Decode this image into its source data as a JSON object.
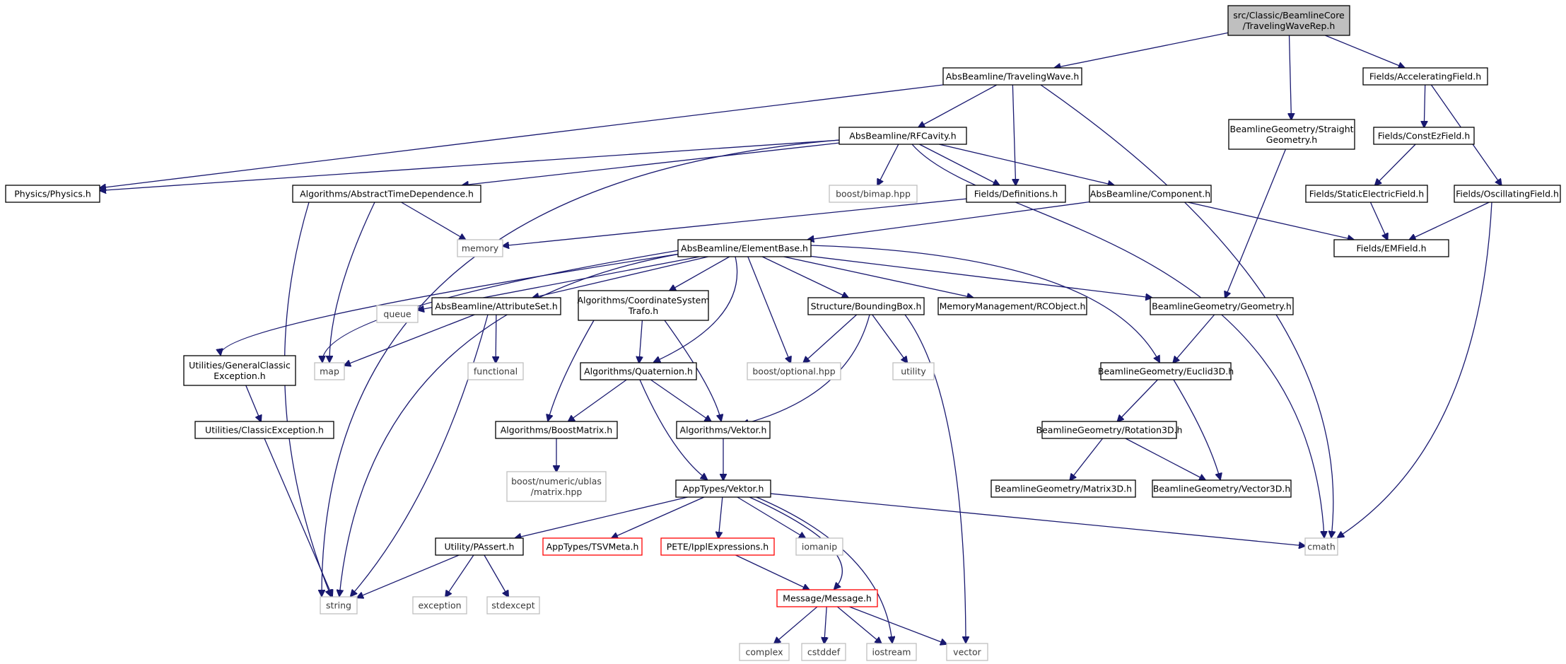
{
  "colors": {
    "edge": "#191970",
    "root_fill": "#bfbfbf",
    "missing_border": "#bfbfbf",
    "truncated_border": "#ff0000"
  },
  "nodes": [
    {
      "id": "root",
      "kind": "root",
      "lines": [
        "src/Classic/BeamlineCore",
        "/TravelingWaveRep.h"
      ]
    },
    {
      "id": "tw",
      "kind": "normal",
      "lines": [
        "AbsBeamline/TravelingWave.h"
      ]
    },
    {
      "id": "sg",
      "kind": "normal",
      "lines": [
        "BeamlineGeometry/Straight",
        "Geometry.h"
      ]
    },
    {
      "id": "af",
      "kind": "normal",
      "lines": [
        "Fields/AcceleratingField.h"
      ]
    },
    {
      "id": "rf",
      "kind": "normal",
      "lines": [
        "AbsBeamline/RFCavity.h"
      ]
    },
    {
      "id": "cez",
      "kind": "normal",
      "lines": [
        "Fields/ConstEzField.h"
      ]
    },
    {
      "id": "phys",
      "kind": "normal",
      "lines": [
        "Physics/Physics.h"
      ]
    },
    {
      "id": "atd",
      "kind": "normal",
      "lines": [
        "Algorithms/AbstractTimeDependence.h"
      ]
    },
    {
      "id": "bimap",
      "kind": "sys",
      "lines": [
        "boost/bimap.hpp"
      ]
    },
    {
      "id": "defs",
      "kind": "normal",
      "lines": [
        "Fields/Definitions.h"
      ]
    },
    {
      "id": "comp",
      "kind": "normal",
      "lines": [
        "AbsBeamline/Component.h"
      ]
    },
    {
      "id": "sef",
      "kind": "normal",
      "lines": [
        "Fields/StaticElectricField.h"
      ]
    },
    {
      "id": "osc",
      "kind": "normal",
      "lines": [
        "Fields/OscillatingField.h"
      ]
    },
    {
      "id": "memory",
      "kind": "sys",
      "lines": [
        "memory"
      ]
    },
    {
      "id": "eb",
      "kind": "normal",
      "lines": [
        "AbsBeamline/ElementBase.h"
      ]
    },
    {
      "id": "emf",
      "kind": "normal",
      "lines": [
        "Fields/EMField.h"
      ]
    },
    {
      "id": "queue",
      "kind": "sys",
      "lines": [
        "queue"
      ]
    },
    {
      "id": "as",
      "kind": "normal",
      "lines": [
        "AbsBeamline/AttributeSet.h"
      ]
    },
    {
      "id": "cst",
      "kind": "normal",
      "lines": [
        "Algorithms/CoordinateSystem",
        "Trafo.h"
      ]
    },
    {
      "id": "bb",
      "kind": "normal",
      "lines": [
        "Structure/BoundingBox.h"
      ]
    },
    {
      "id": "rco",
      "kind": "normal",
      "lines": [
        "MemoryManagement/RCObject.h"
      ]
    },
    {
      "id": "geo",
      "kind": "normal",
      "lines": [
        "BeamlineGeometry/Geometry.h"
      ]
    },
    {
      "id": "gce",
      "kind": "normal",
      "lines": [
        "Utilities/GeneralClassic",
        "Exception.h"
      ]
    },
    {
      "id": "map",
      "kind": "sys",
      "lines": [
        "map"
      ]
    },
    {
      "id": "func",
      "kind": "sys",
      "lines": [
        "functional"
      ]
    },
    {
      "id": "quat",
      "kind": "normal",
      "lines": [
        "Algorithms/Quaternion.h"
      ]
    },
    {
      "id": "bopt",
      "kind": "sys",
      "lines": [
        "boost/optional.hpp"
      ]
    },
    {
      "id": "util",
      "kind": "sys",
      "lines": [
        "utility"
      ]
    },
    {
      "id": "e3d",
      "kind": "normal",
      "lines": [
        "BeamlineGeometry/Euclid3D.h"
      ]
    },
    {
      "id": "ce",
      "kind": "normal",
      "lines": [
        "Utilities/ClassicException.h"
      ]
    },
    {
      "id": "bm",
      "kind": "normal",
      "lines": [
        "Algorithms/BoostMatrix.h"
      ]
    },
    {
      "id": "vek",
      "kind": "normal",
      "lines": [
        "Algorithms/Vektor.h"
      ]
    },
    {
      "id": "r3d",
      "kind": "normal",
      "lines": [
        "BeamlineGeometry/Rotation3D.h"
      ]
    },
    {
      "id": "ublas",
      "kind": "sys",
      "lines": [
        "boost/numeric/ublas",
        "/matrix.hpp"
      ]
    },
    {
      "id": "atv",
      "kind": "normal",
      "lines": [
        "AppTypes/Vektor.h"
      ]
    },
    {
      "id": "m3d",
      "kind": "normal",
      "lines": [
        "BeamlineGeometry/Matrix3D.h"
      ]
    },
    {
      "id": "v3d",
      "kind": "normal",
      "lines": [
        "BeamlineGeometry/Vector3D.h"
      ]
    },
    {
      "id": "pa",
      "kind": "normal",
      "lines": [
        "Utility/PAssert.h"
      ]
    },
    {
      "id": "tsv",
      "kind": "red",
      "lines": [
        "AppTypes/TSVMeta.h"
      ]
    },
    {
      "id": "pete",
      "kind": "red",
      "lines": [
        "PETE/IpplExpressions.h"
      ]
    },
    {
      "id": "iomanip",
      "kind": "sys",
      "lines": [
        "iomanip"
      ]
    },
    {
      "id": "cmath",
      "kind": "sys",
      "lines": [
        "cmath"
      ]
    },
    {
      "id": "string",
      "kind": "sys",
      "lines": [
        "string"
      ]
    },
    {
      "id": "exc",
      "kind": "sys",
      "lines": [
        "exception"
      ]
    },
    {
      "id": "stdexc",
      "kind": "sys",
      "lines": [
        "stdexcept"
      ]
    },
    {
      "id": "msg",
      "kind": "red",
      "lines": [
        "Message/Message.h"
      ]
    },
    {
      "id": "complex",
      "kind": "sys",
      "lines": [
        "complex"
      ]
    },
    {
      "id": "cstddef",
      "kind": "sys",
      "lines": [
        "cstddef"
      ]
    },
    {
      "id": "iostream",
      "kind": "sys",
      "lines": [
        "iostream"
      ]
    },
    {
      "id": "vector",
      "kind": "sys",
      "lines": [
        "vector"
      ]
    }
  ],
  "edges": [
    [
      "root",
      "tw"
    ],
    [
      "root",
      "sg"
    ],
    [
      "root",
      "af"
    ],
    [
      "tw",
      "phys"
    ],
    [
      "tw",
      "rf"
    ],
    [
      "tw",
      "defs"
    ],
    [
      "tw",
      "cmath"
    ],
    [
      "rf",
      "phys"
    ],
    [
      "rf",
      "string"
    ],
    [
      "rf",
      "atd"
    ],
    [
      "rf",
      "bimap"
    ],
    [
      "rf",
      "defs"
    ],
    [
      "rf",
      "comp"
    ],
    [
      "rf",
      "cmath"
    ],
    [
      "af",
      "cez"
    ],
    [
      "af",
      "osc"
    ],
    [
      "cez",
      "sef"
    ],
    [
      "sef",
      "emf"
    ],
    [
      "osc",
      "emf"
    ],
    [
      "osc",
      "cmath"
    ],
    [
      "sg",
      "geo"
    ],
    [
      "atd",
      "memory"
    ],
    [
      "atd",
      "map"
    ],
    [
      "atd",
      "string"
    ],
    [
      "defs",
      "memory"
    ],
    [
      "comp",
      "eb"
    ],
    [
      "comp",
      "emf"
    ],
    [
      "eb",
      "map"
    ],
    [
      "eb",
      "string"
    ],
    [
      "eb",
      "queue"
    ],
    [
      "eb",
      "gce"
    ],
    [
      "eb",
      "as"
    ],
    [
      "eb",
      "cst"
    ],
    [
      "eb",
      "quat"
    ],
    [
      "eb",
      "bopt"
    ],
    [
      "eb",
      "bb"
    ],
    [
      "eb",
      "rco"
    ],
    [
      "eb",
      "geo"
    ],
    [
      "eb",
      "e3d"
    ],
    [
      "as",
      "map"
    ],
    [
      "as",
      "func"
    ],
    [
      "as",
      "string"
    ],
    [
      "cst",
      "quat"
    ],
    [
      "cst",
      "bm"
    ],
    [
      "cst",
      "vek"
    ],
    [
      "bb",
      "bopt"
    ],
    [
      "bb",
      "util"
    ],
    [
      "bb",
      "vek"
    ],
    [
      "bb",
      "vector"
    ],
    [
      "geo",
      "e3d"
    ],
    [
      "gce",
      "ce"
    ],
    [
      "ce",
      "string"
    ],
    [
      "quat",
      "bm"
    ],
    [
      "quat",
      "vek"
    ],
    [
      "quat",
      "atv"
    ],
    [
      "bm",
      "ublas"
    ],
    [
      "vek",
      "atv"
    ],
    [
      "e3d",
      "r3d"
    ],
    [
      "e3d",
      "v3d"
    ],
    [
      "r3d",
      "m3d"
    ],
    [
      "r3d",
      "v3d"
    ],
    [
      "atv",
      "pa"
    ],
    [
      "atv",
      "tsv"
    ],
    [
      "atv",
      "pete"
    ],
    [
      "atv",
      "iomanip"
    ],
    [
      "atv",
      "cmath"
    ],
    [
      "atv",
      "msg"
    ],
    [
      "atv",
      "iostream"
    ],
    [
      "pa",
      "string"
    ],
    [
      "pa",
      "exc"
    ],
    [
      "pa",
      "stdexc"
    ],
    [
      "pete",
      "msg"
    ],
    [
      "msg",
      "complex"
    ],
    [
      "msg",
      "cstddef"
    ],
    [
      "msg",
      "iostream"
    ],
    [
      "msg",
      "vector"
    ]
  ]
}
